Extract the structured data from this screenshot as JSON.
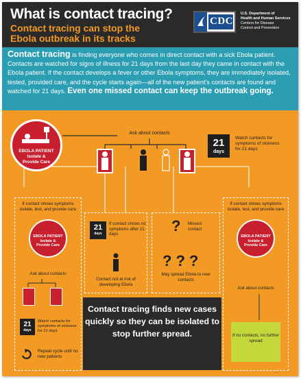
{
  "header": {
    "title": "What is contact tracing?",
    "subtitle_line1": "Contact tracing can stop the",
    "subtitle_line2": "Ebola outbreak in its tracks",
    "logo_text": "CDC",
    "agency_line1": "U.S. Department of",
    "agency_line2": "Health and Human Services",
    "agency_line3": "Centers for Disease",
    "agency_line4": "Control and Prevention"
  },
  "intro": {
    "term": "Contact tracing",
    "definition": " is finding everyone who comes in direct contact with a sick Ebola patient. Contacts are watched for signs of illness for 21 days from the last day they came in contact with the Ebola patient. If the contact develops a fever or other Ebola symptoms, they are immediately isolated, tested, provided care, and the cycle starts again—all of the new patient's contacts are found and watched for 21 days. ",
    "emphasis": "Even one missed contact can keep the outbreak going."
  },
  "flow": {
    "top_patient_line1": "EBOLA PATIENT",
    "top_patient_line2": "Isolate &",
    "top_patient_line3": "Provide Care",
    "ask_about_contacts": "Ask about contacts",
    "calendar_num": "21",
    "calendar_unit": "days",
    "watch_contacts": "Watch contacts for symptoms of sickness for 21 days",
    "left_col_note": "If contact shows symptoms isolate, test, and provide care",
    "left_patient_line1": "EBOLA PATIENT",
    "left_patient_line2": "Isolate &",
    "left_patient_line3": "Provide Care",
    "left_ask": "Ask about contacts",
    "left_watch": "Watch contacts for symptoms of sickness for 21 days",
    "left_repeat": "Repeat cycle until no new patients",
    "mid1_note": "If contact shows no symptoms after 21 days",
    "mid1_result": "Contact not at risk of developing Ebola",
    "mid2_note": "Missed contact",
    "mid2_result": "May spread Ebola to new contacts",
    "right_col_note": "If contact shows symptoms isolate, test, and provide care",
    "right_patient_line1": "EBOLA PATIENT",
    "right_patient_line2": "Isolate &",
    "right_patient_line3": "Provide Care",
    "right_ask": "Ask about contacts",
    "no_contacts": "If no contacts, no further spread",
    "summary": "Contact tracing finds new cases quickly so they can be isolated to stop further spread."
  },
  "colors": {
    "orange": "#f39a25",
    "teal": "#2b9eb3",
    "red": "#c8202f",
    "dark": "#2a2a2a",
    "green": "#c4d83c"
  }
}
